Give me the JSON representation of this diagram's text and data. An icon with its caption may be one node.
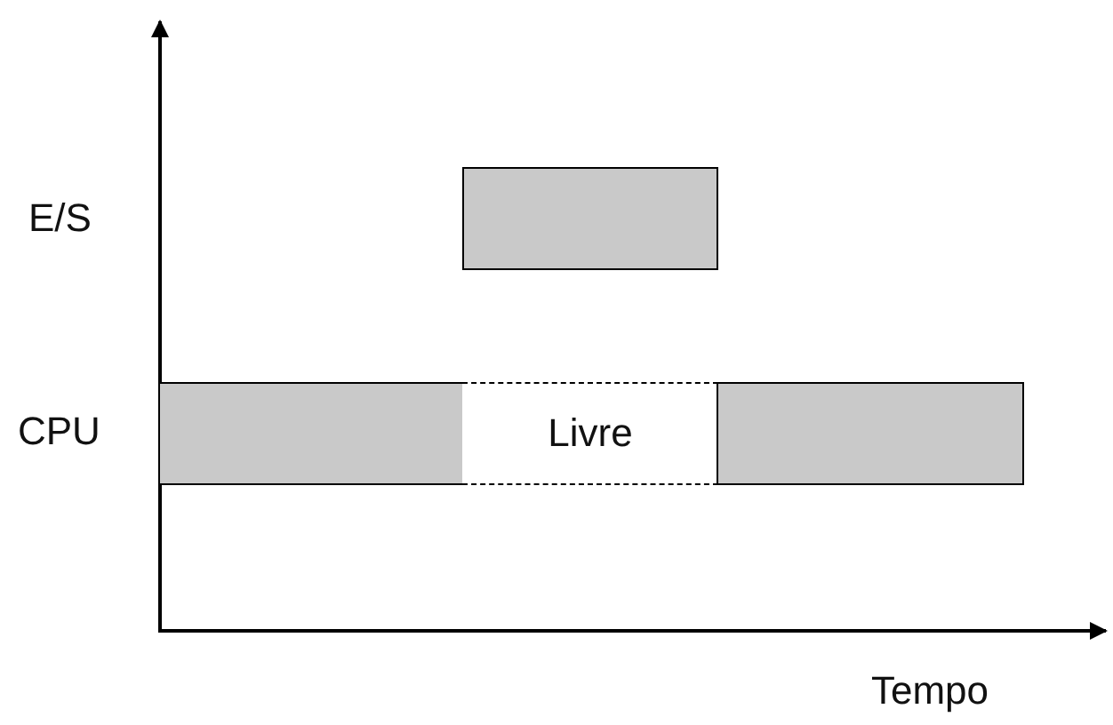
{
  "diagram": {
    "nodes": [
      {
        "text": [],
        "shape": "bar"
      },
      {
        "text": [],
        "shape": "bar"
      },
      {
        "text": [
          "Livre"
        ]
      },
      {
        "text": [],
        "shape": "bar"
      }
    ],
    "labels": [
      "E/S",
      "CPU",
      "Tempo"
    ]
  }
}
